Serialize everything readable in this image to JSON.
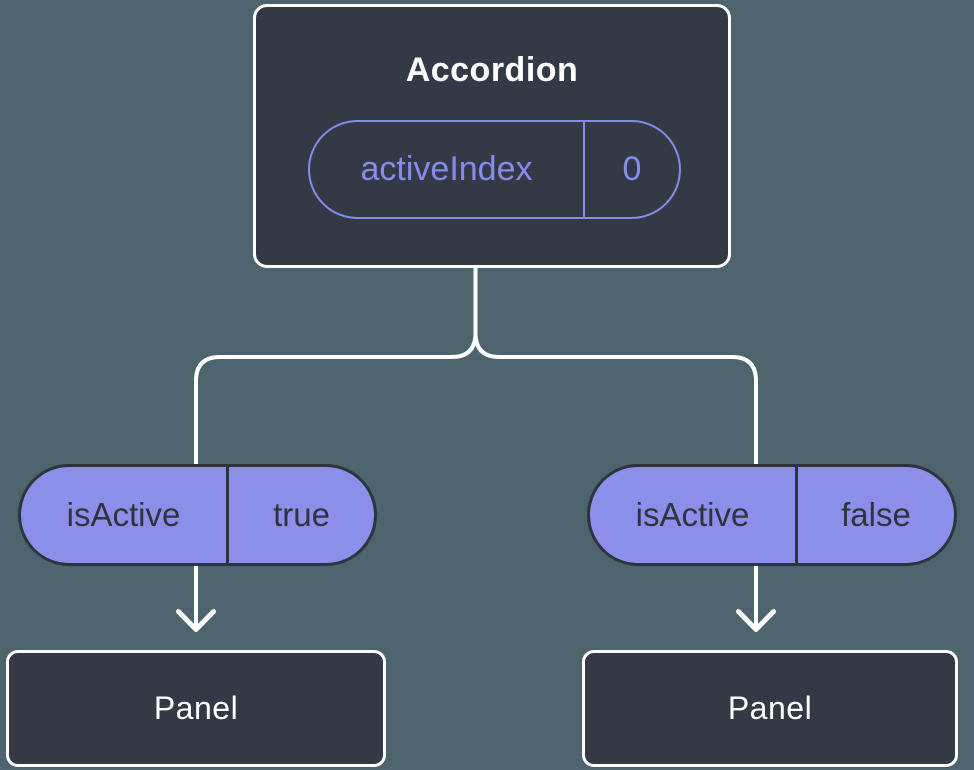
{
  "colors": {
    "background": "#4d646e",
    "node_fill": "#333a46",
    "node_border": "#ffffff",
    "connector": "#ffffff",
    "pill_fill": "#8c8fe9",
    "pill_stroke": "#2e343e",
    "pill_text": "#2e343e",
    "accent": "#868ceb",
    "title_text": "#ffffff"
  },
  "tree": {
    "root": {
      "label": "Accordion",
      "prop": {
        "name": "activeIndex",
        "value": "0"
      }
    },
    "branches": [
      {
        "prop": {
          "name": "isActive",
          "value": "true"
        },
        "child": {
          "label": "Panel"
        }
      },
      {
        "prop": {
          "name": "isActive",
          "value": "false"
        },
        "child": {
          "label": "Panel"
        }
      }
    ]
  }
}
